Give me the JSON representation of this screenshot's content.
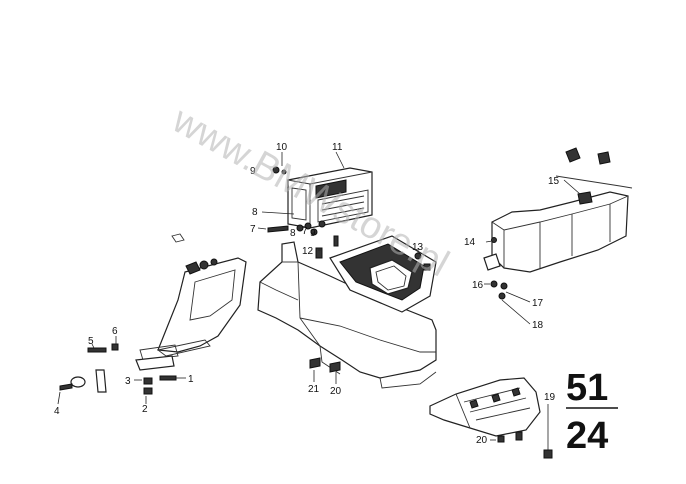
{
  "watermark": "www.BMWstore.pl",
  "group": {
    "main": "51",
    "sub": "24"
  },
  "callouts": [
    {
      "id": "c1",
      "label": "1"
    },
    {
      "id": "c2",
      "label": "2"
    },
    {
      "id": "c3",
      "label": "3"
    },
    {
      "id": "c4",
      "label": "4"
    },
    {
      "id": "c5",
      "label": "5"
    },
    {
      "id": "c6",
      "label": "6"
    },
    {
      "id": "c7",
      "label": "7"
    },
    {
      "id": "c8a",
      "label": "8"
    },
    {
      "id": "c8b",
      "label": "8"
    },
    {
      "id": "c7b",
      "label": "7"
    },
    {
      "id": "c9a",
      "label": "9"
    },
    {
      "id": "c9b",
      "label": "9"
    },
    {
      "id": "c10",
      "label": "10"
    },
    {
      "id": "c11",
      "label": "11"
    },
    {
      "id": "c12",
      "label": "12"
    },
    {
      "id": "c13",
      "label": "13"
    },
    {
      "id": "c14",
      "label": "14"
    },
    {
      "id": "c15",
      "label": "15"
    },
    {
      "id": "c16",
      "label": "16"
    },
    {
      "id": "c17",
      "label": "17"
    },
    {
      "id": "c18",
      "label": "18"
    },
    {
      "id": "c19",
      "label": "19"
    },
    {
      "id": "c20a",
      "label": "20"
    },
    {
      "id": "c20b",
      "label": "20"
    },
    {
      "id": "c21",
      "label": "21"
    }
  ]
}
